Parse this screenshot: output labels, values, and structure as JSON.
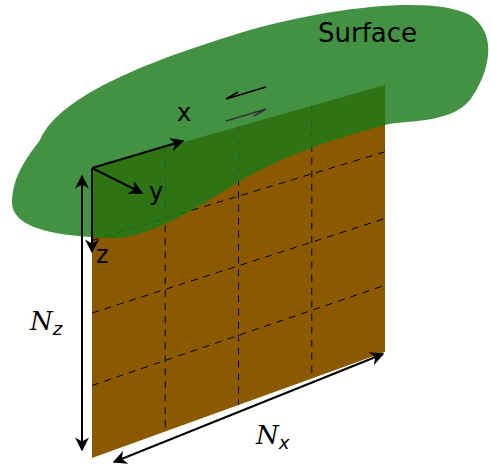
{
  "diagram": {
    "labels": [
      "Surface",
      "x",
      "y",
      "z",
      "Nz",
      "Nx"
    ]
  }
}
